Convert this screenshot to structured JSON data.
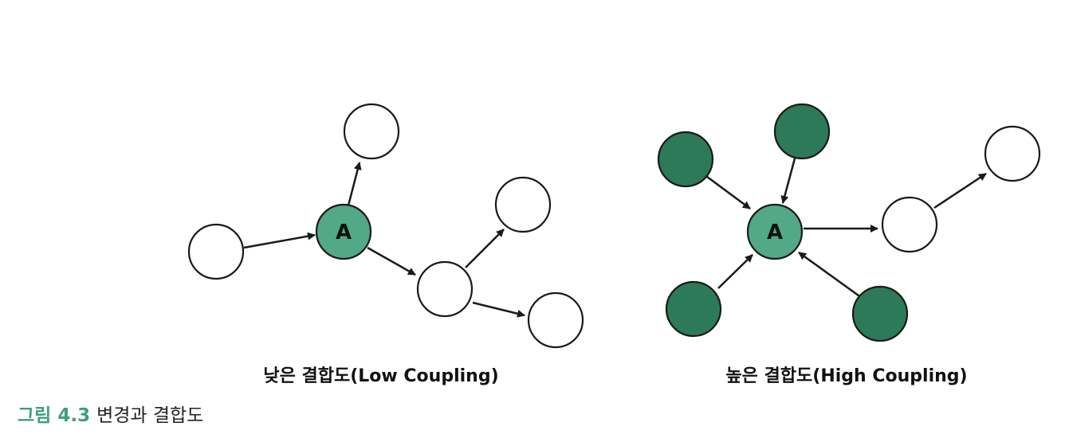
{
  "colors": {
    "center_fill": "#52a985",
    "coupled_fill": "#2c7a58",
    "node_fill": "#ffffff",
    "stroke": "#1a1a1a",
    "caption_accent": "#3f9e7d"
  },
  "low_coupling": {
    "center_label": "A",
    "caption": "낮은 결합도(Low Coupling)"
  },
  "high_coupling": {
    "center_label": "A",
    "caption": "높은 결합도(High Coupling)"
  },
  "figure_caption": {
    "number": "그림 4.3",
    "title": "변경과 결합도"
  }
}
